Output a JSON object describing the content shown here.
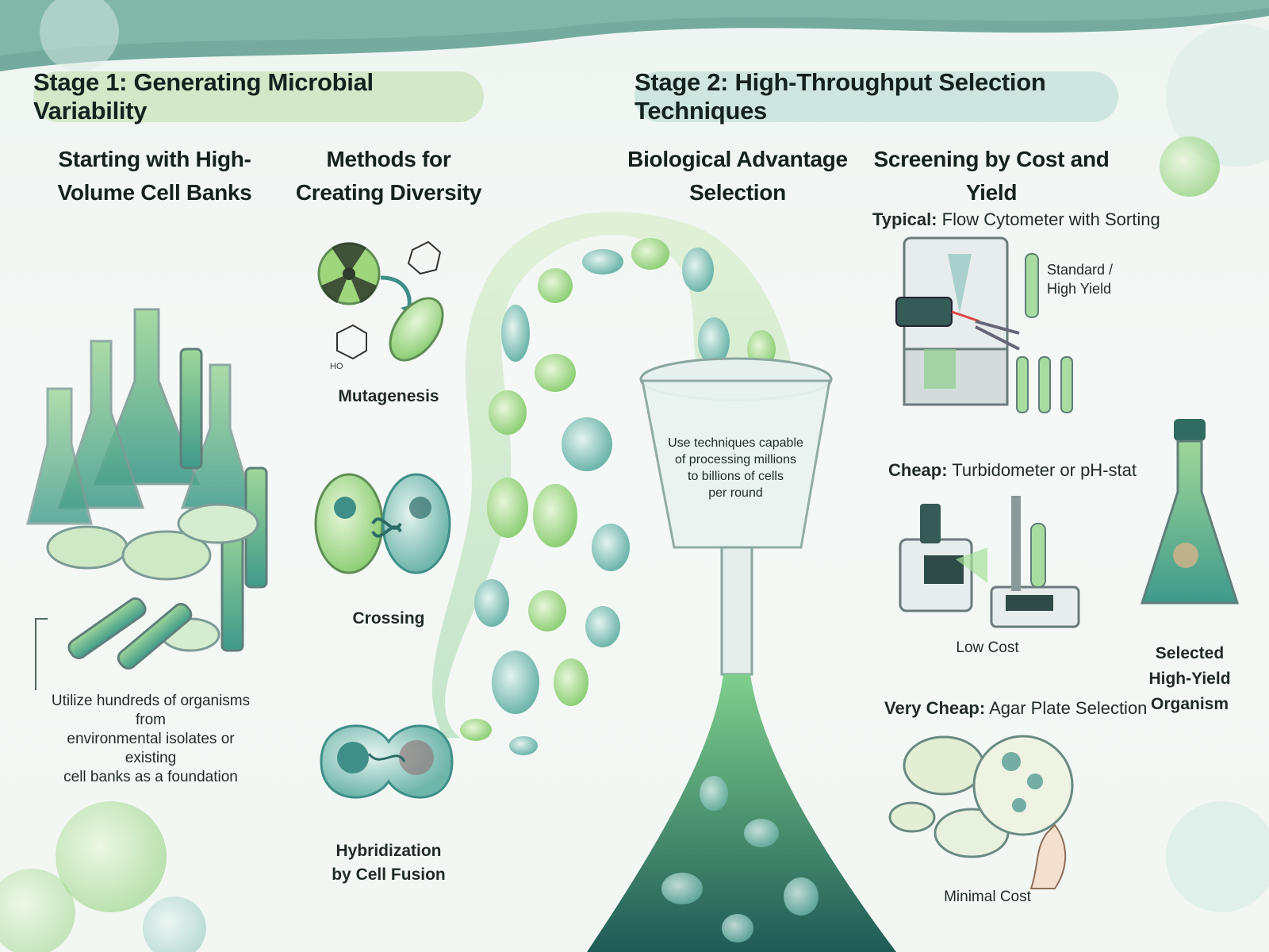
{
  "stage1": {
    "title": "Stage 1: Generating Microbial Variability",
    "col1_heading_line1": "Starting with High-",
    "col1_heading_line2": "Volume Cell Banks",
    "col2_heading_line1": "Methods for",
    "col2_heading_line2": "Creating Diversity",
    "cellbank_note_line1": "Utilize hundreds of organisms from",
    "cellbank_note_line2": "environmental isolates or existing",
    "cellbank_note_line3": "cell banks as a foundation",
    "methods": [
      {
        "label": "Mutagenesis"
      },
      {
        "label": "Crossing"
      },
      {
        "label_line1": "Hybridization",
        "label_line2": "by Cell Fusion"
      }
    ],
    "chem_label": "HO"
  },
  "stage2": {
    "title": "Stage 2: High-Throughput Selection Techniques",
    "col3_heading_line1": "Biological Advantage",
    "col3_heading_line2": "Selection",
    "col4_heading": "Screening by Cost and Yield",
    "funnel_text_line1": "Use techniques capable",
    "funnel_text_line2": "of processing millions",
    "funnel_text_line3": "to billions of cells",
    "funnel_text_line4": "per round",
    "screening": [
      {
        "tier": "Typical:",
        "method": " Flow Cytometer with Sorting",
        "yield_line1": "Standard /",
        "yield_line2": "High Yield"
      },
      {
        "tier": "Cheap:",
        "method": " Turbidometer or pH-stat",
        "cost": "Low Cost"
      },
      {
        "tier": "Very Cheap:",
        "method": " Agar Plate Selection",
        "cost": "Minimal Cost"
      }
    ],
    "result_line1": "Selected",
    "result_line2": "High-Yield",
    "result_line3": "Organism"
  },
  "colors": {
    "pill_light": "#d3e8c9",
    "pill_teal": "#cfe6e0",
    "green": "#7cc46a",
    "teal": "#3f8f88",
    "dark_teal": "#2d6b66"
  }
}
